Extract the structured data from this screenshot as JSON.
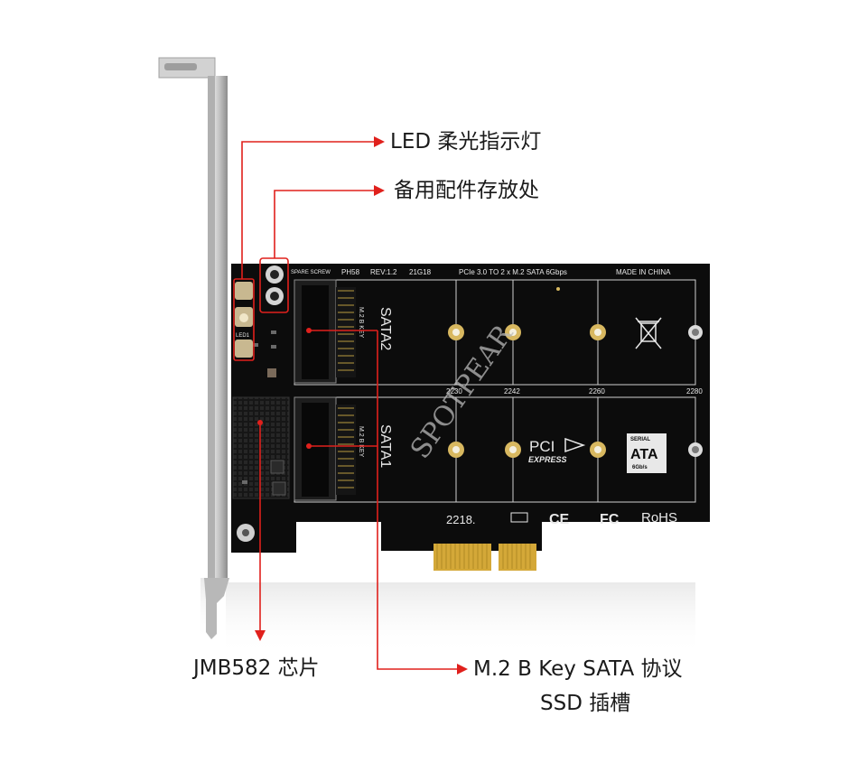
{
  "callouts": {
    "led": "LED 柔光指示灯",
    "spare": "备用配件存放处",
    "chip": "JMB582 芯片",
    "slot_line1": "M.2 B Key SATA 协议",
    "slot_line2": "SSD 插槽"
  },
  "board": {
    "spare_screw": "SPARE SCREW",
    "model": "PH58",
    "rev": "REV:1.2",
    "batch": "21G18",
    "description": "PCIe 3.0 TO 2 x M.2 SATA 6Gbps",
    "made_in": "MADE IN CHINA",
    "slot2_label": "SATA2",
    "slot1_label": "SATA1",
    "key_label": "M.2 B KEY",
    "led_label": "LED1",
    "sizes": [
      "2230",
      "2242",
      "2260",
      "2280"
    ],
    "pci_logo": "PCI",
    "pci_express": "EXPRESS",
    "sata_serial": "SERIAL",
    "sata_ata": "ATA",
    "sata_speed": "6Gb/s",
    "date_code": "2218.",
    "ce": "CE",
    "fc": "FC",
    "rohs": "RoHS"
  },
  "watermark": "SPOTPEAR",
  "colors": {
    "pcb": "#0c0c0c",
    "callout_line": "#e0201c",
    "gold": "#d4a838",
    "bracket": "#c4c4c4"
  }
}
